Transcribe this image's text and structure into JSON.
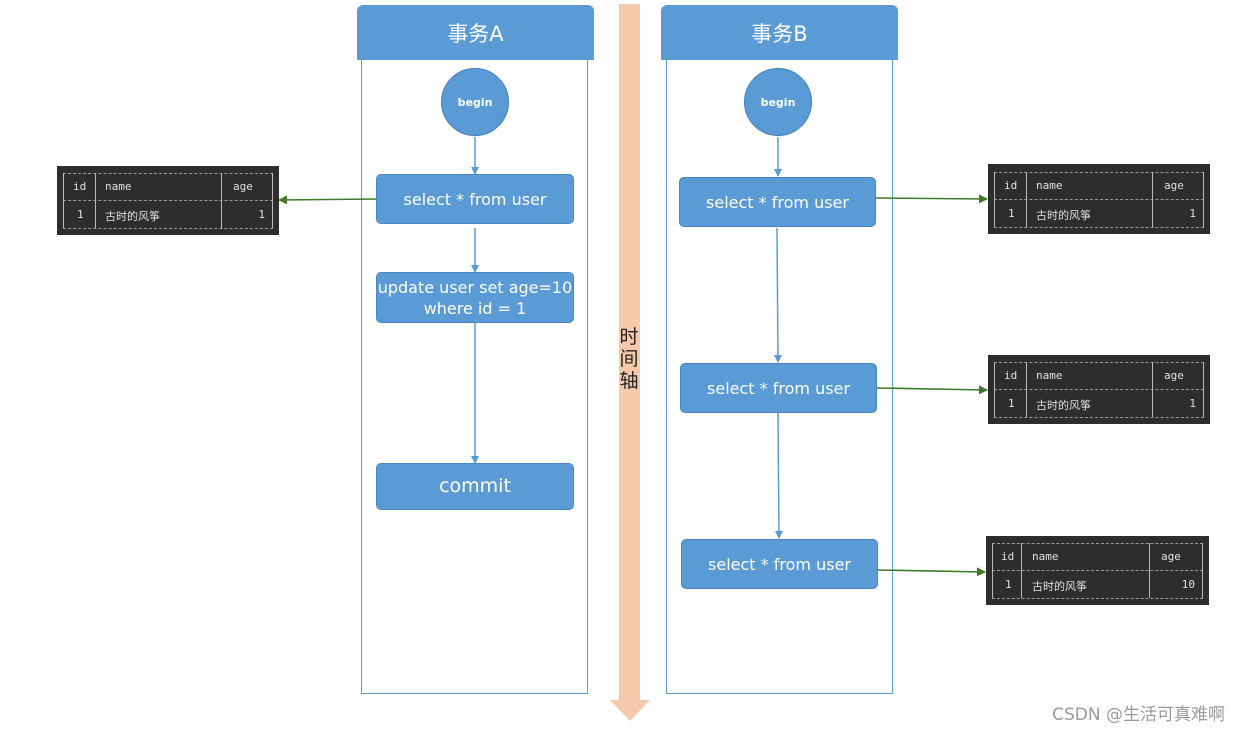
{
  "lanes": [
    {
      "title": "事务A",
      "begin": "begin",
      "steps": [
        {
          "lines": [
            "select * from user"
          ]
        },
        {
          "lines": [
            "update user set age=10",
            "where id = 1"
          ]
        },
        {
          "lines": [
            "commit"
          ]
        }
      ]
    },
    {
      "title": "事务B",
      "begin": "begin",
      "steps": [
        {
          "lines": [
            "select * from user"
          ]
        },
        {
          "lines": [
            "select * from user"
          ]
        },
        {
          "lines": [
            "select * from user"
          ]
        }
      ]
    }
  ],
  "timeline": {
    "label_chars": [
      "时",
      "间",
      "轴"
    ]
  },
  "result_tables": [
    {
      "columns": [
        "id",
        "name",
        "age"
      ],
      "row": [
        "1",
        "古时的风筝",
        "1"
      ]
    },
    {
      "columns": [
        "id",
        "name",
        "age"
      ],
      "row": [
        "1",
        "古时的风筝",
        "1"
      ]
    },
    {
      "columns": [
        "id",
        "name",
        "age"
      ],
      "row": [
        "1",
        "古时的风筝",
        "1"
      ]
    },
    {
      "columns": [
        "id",
        "name",
        "age"
      ],
      "row": [
        "1",
        "古时的风筝",
        "10"
      ]
    }
  ],
  "watermark": "CSDN @生活可真难啊",
  "colors": {
    "lane_blue": "#5b9bd5",
    "timeline_orange": "#f7c9ab",
    "arrow_green": "#3d7a2a",
    "table_bg": "#2d2d2d"
  }
}
